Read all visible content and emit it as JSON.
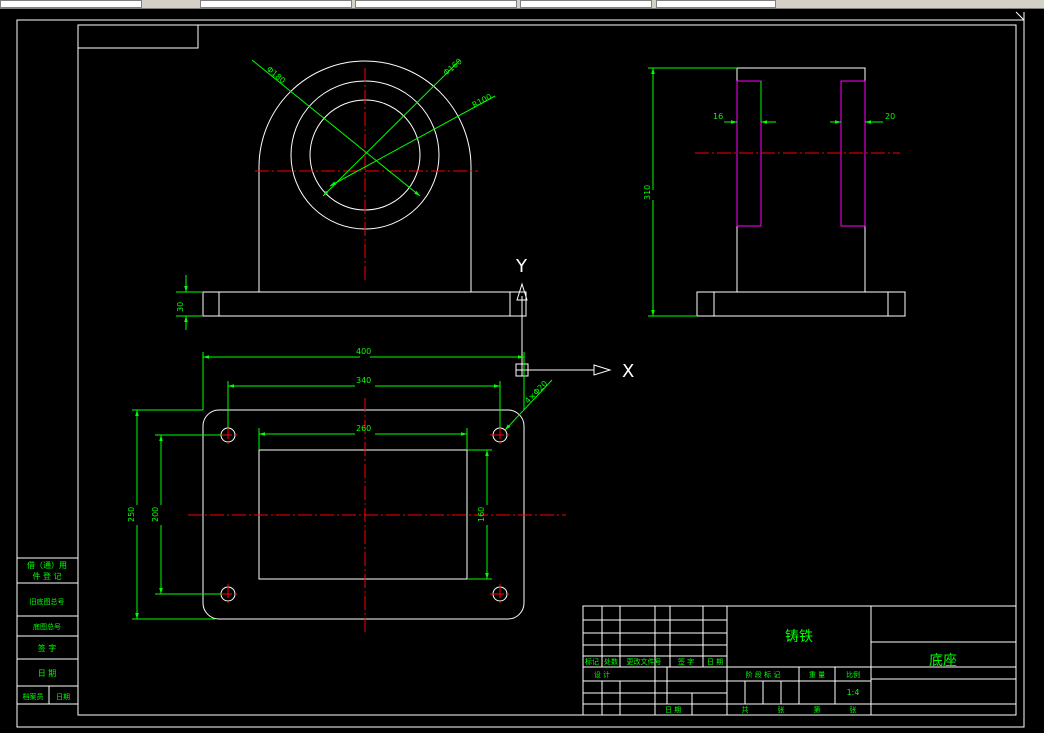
{
  "drawing": {
    "part_name": "底座",
    "material": "铸铁",
    "scale_label": "比例",
    "scale_value": "1:4"
  },
  "axes_icon": {
    "x_label": "X",
    "y_label": "Y"
  },
  "dimensions": {
    "phi_outer": "Φ180",
    "phi_mid": "Φ160",
    "r_arc": "R100",
    "base_height": "30",
    "side_height": "310",
    "slot_left": "16",
    "slot_right": "20",
    "width_total": "400",
    "hole_spacing": "340",
    "window_width": "260",
    "height_total": "250",
    "hole_vertical": "200",
    "window_height": "160",
    "holes": "4×Φ20"
  },
  "left_table": {
    "rows": [
      "借（通）用",
      "件 登 记",
      "旧底图总号",
      "底图总号",
      "签 字",
      "日 期",
      "档案员",
      "日期"
    ]
  },
  "title_block": {
    "rev_headers": [
      "标记",
      "处数",
      "更改文件号",
      "签 字",
      "日 期"
    ],
    "design_label": "设 计",
    "stage_label": "阶 段 标 记",
    "weight_label": "重 量",
    "date_label": "日 期",
    "total_label": "共",
    "sheet_unit": "张",
    "sheet_label": "第",
    "sheet_unit2": "张"
  },
  "colors": {
    "geometry": "#ffffff",
    "dimension": "#00ff00",
    "centerline": "#ff0000",
    "hidden": "#ff00ff",
    "title_text": "#00ff00",
    "frame": "#ffffff"
  }
}
